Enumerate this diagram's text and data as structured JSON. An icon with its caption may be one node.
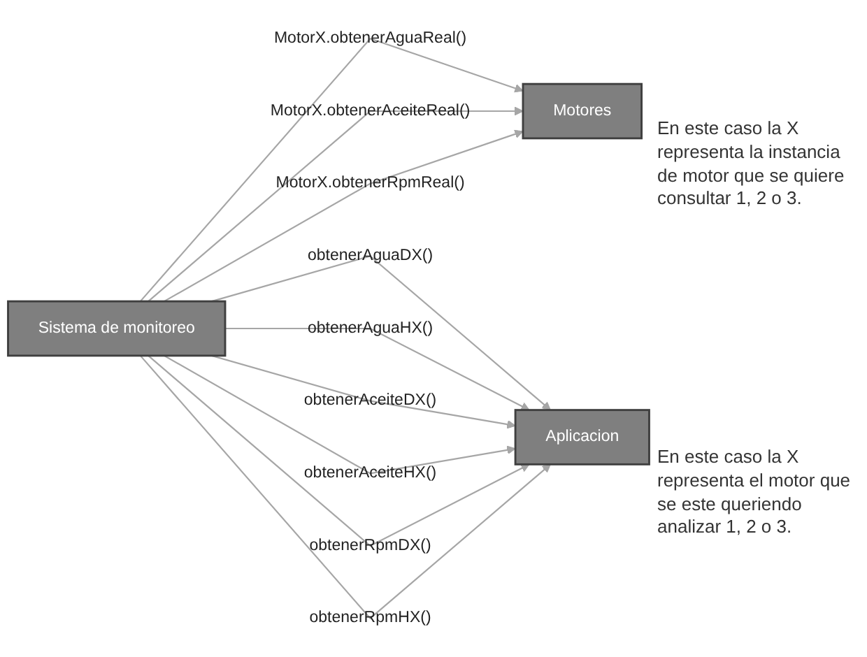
{
  "diagram": {
    "nodes": [
      {
        "text": [
          "Sistema de monitoreo"
        ]
      },
      {
        "text": [
          "Motores"
        ]
      },
      {
        "text": [
          "Aplicacion"
        ]
      }
    ],
    "edges": [
      {
        "from": 0,
        "to": 1,
        "arrow": "to",
        "label": "MotorX.obtenerAguaReal()"
      },
      {
        "from": 0,
        "to": 1,
        "arrow": "to",
        "label": "MotorX.obtenerAceiteReal()"
      },
      {
        "from": 0,
        "to": 1,
        "arrow": "to",
        "label": "MotorX.obtenerRpmReal()"
      },
      {
        "from": 0,
        "to": 2,
        "arrow": "to",
        "label": "obtenerAguaDX()"
      },
      {
        "from": 0,
        "to": 2,
        "arrow": "to",
        "label": "obtenerAguaHX()"
      },
      {
        "from": 0,
        "to": 2,
        "arrow": "to",
        "label": "obtenerAceiteDX()"
      },
      {
        "from": 0,
        "to": 2,
        "arrow": "to",
        "label": "obtenerAceiteHX()"
      },
      {
        "from": 0,
        "to": 2,
        "arrow": "to",
        "label": "obtenerRpmDX()"
      },
      {
        "from": 0,
        "to": 2,
        "arrow": "to",
        "label": "obtenerRpmHX()"
      }
    ],
    "labels": [
      "En este caso la X representa la instancia de motor que se quiere consultar 1, 2 o 3.",
      "En este caso la X representa el motor que se este queriendo analizar 1, 2 o 3."
    ]
  }
}
